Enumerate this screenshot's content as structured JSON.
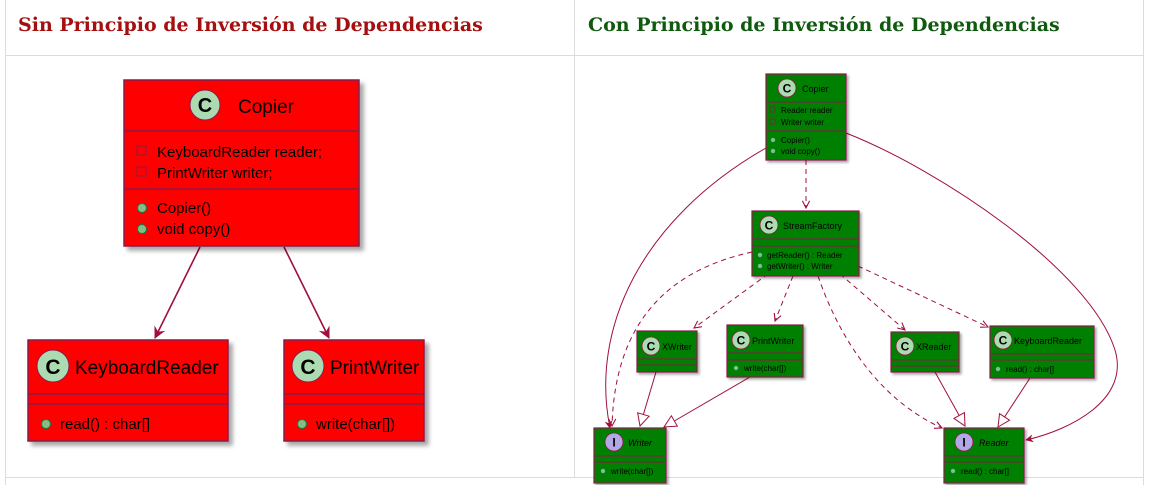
{
  "headings": {
    "left": "Sin Principio de Inversión de Dependencias",
    "right": "Con Principio de Inversión de Dependencias"
  },
  "colors": {
    "left_heading": "#a50f0f",
    "right_heading": "#0f5a0f",
    "left_box_fill": "#ff0000",
    "right_box_fill": "#008000",
    "border": "#8b1a4a",
    "arrow": "#a0103a",
    "class_badge": "#addbb1",
    "interface_badge": "#b4a7e5"
  },
  "left_diagram": {
    "copier": {
      "stereotype": "C",
      "name": "Copier",
      "fields": [
        "KeyboardReader reader;",
        "PrintWriter writer;"
      ],
      "methods": [
        "Copier()",
        "void copy()"
      ]
    },
    "keyboard_reader": {
      "stereotype": "C",
      "name": "KeyboardReader",
      "methods": [
        "read() : char[]"
      ]
    },
    "print_writer": {
      "stereotype": "C",
      "name": "PrintWriter",
      "methods": [
        "write(char[])"
      ]
    }
  },
  "right_diagram": {
    "copier": {
      "stereotype": "C",
      "name": "Copier",
      "fields": [
        "Reader reader",
        "Writer writer"
      ],
      "methods": [
        "Copier()",
        "void copy()"
      ]
    },
    "stream_factory": {
      "stereotype": "C",
      "name": "StreamFactory",
      "methods": [
        "getReader() : Reader",
        "getWriter() : Writer"
      ]
    },
    "xwriter": {
      "stereotype": "C",
      "name": "XWriter"
    },
    "print_writer": {
      "stereotype": "C",
      "name": "PrintWriter",
      "methods": [
        "write(char[])"
      ]
    },
    "xreader": {
      "stereotype": "C",
      "name": "XReader"
    },
    "keyboard_reader": {
      "stereotype": "C",
      "name": "KeyboardReader",
      "methods": [
        "read() : char[]"
      ]
    },
    "writer": {
      "stereotype": "I",
      "name": "Writer",
      "methods": [
        "write(char[])"
      ]
    },
    "reader": {
      "stereotype": "I",
      "name": "Reader",
      "methods": [
        "read() : char[]"
      ]
    }
  }
}
